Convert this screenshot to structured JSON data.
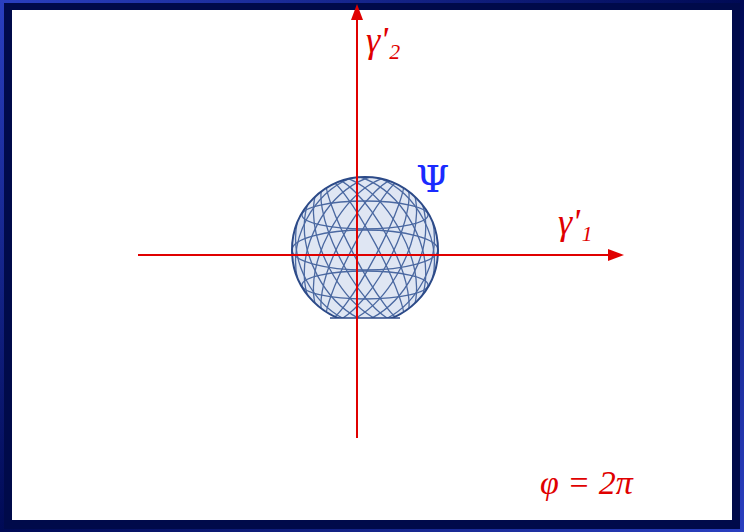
{
  "diagram": {
    "labels": [
      "γ'₂",
      "Ψ",
      "γ'₁",
      "φ = 2π"
    ]
  }
}
